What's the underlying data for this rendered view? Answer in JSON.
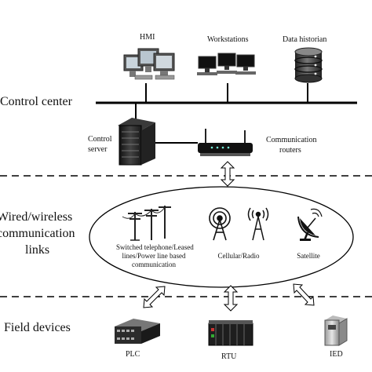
{
  "sections": {
    "control_center": "Control center",
    "links_line1": "Wired/wireless",
    "links_line2": "communication",
    "links_line3": "links",
    "field_devices": "Field devices"
  },
  "control": {
    "hmi": "HMI",
    "workstations": "Workstations",
    "data_historian": "Data historian",
    "control_server_line1": "Control",
    "control_server_line2": "server",
    "routers_line1": "Communication",
    "routers_line2": "routers"
  },
  "links": {
    "telephone_line1": "Switched telephone/Leased",
    "telephone_line2": "lines/Power line based",
    "telephone_line3": "communication",
    "cellular": "Cellular/Radio",
    "satellite": "Satellite"
  },
  "field": {
    "plc": "PLC",
    "rtu": "RTU",
    "ied": "IED"
  }
}
